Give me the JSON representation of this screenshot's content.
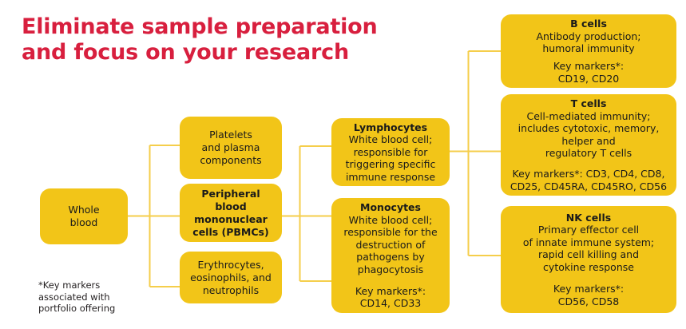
{
  "page": {
    "title": "Eliminate sample preparation\nand focus on your research",
    "title_color": "#D81F3E",
    "box_color": "#F2C518",
    "line_color": "#F5CE4B",
    "text_color": "#1a1a1a",
    "background": "#ffffff",
    "footnote": "*Key markers\nassociated with\nportfolio offering"
  },
  "flow": {
    "source": {
      "id": "whole-blood",
      "heading": "",
      "body": "Whole\nblood",
      "key_markers": ""
    },
    "fractions": [
      {
        "id": "platelets-and-plasma",
        "heading": "",
        "body": "Platelets\nand plasma\ncomponents",
        "key_markers": "",
        "bold": false
      },
      {
        "id": "pbmc",
        "heading": "Peripheral\nblood\nmononuclear\ncells (PBMCs)",
        "body": "",
        "key_markers": "",
        "bold": true
      },
      {
        "id": "erythrocytes",
        "heading": "",
        "body": "Erythrocytes,\neosinophils, and\nneutrophils",
        "key_markers": "",
        "bold": false
      }
    ],
    "cell_types": [
      {
        "id": "lymphocytes",
        "heading": "Lymphocytes",
        "body": "White blood cell;\nresponsible for\ntriggering specific\nimmune response",
        "key_markers": ""
      },
      {
        "id": "monocytes",
        "heading": "Monocytes",
        "body": "White blood cell;\nresponsible for the\ndestruction of\npathogens by\nphagocytosis",
        "key_markers": "Key markers*:\nCD14, CD33"
      }
    ],
    "lymphocyte_subsets": [
      {
        "id": "b-cells",
        "heading": "B cells",
        "body": "Antibody production;\nhumoral immunity",
        "key_markers": "Key markers*:\nCD19, CD20"
      },
      {
        "id": "t-cells",
        "heading": "T cells",
        "body": "Cell-mediated immunity;\nincludes cytotoxic, memory,\nhelper and\nregulatory T cells",
        "key_markers": "Key markers*: CD3, CD4, CD8,\nCD25, CD45RA, CD45RO, CD56"
      },
      {
        "id": "nk-cells",
        "heading": "NK cells",
        "body": "Primary effector cell\nof innate immune system;\nrapid cell killing and\ncytokine response",
        "key_markers": "Key markers*:\nCD56, CD58"
      }
    ]
  }
}
